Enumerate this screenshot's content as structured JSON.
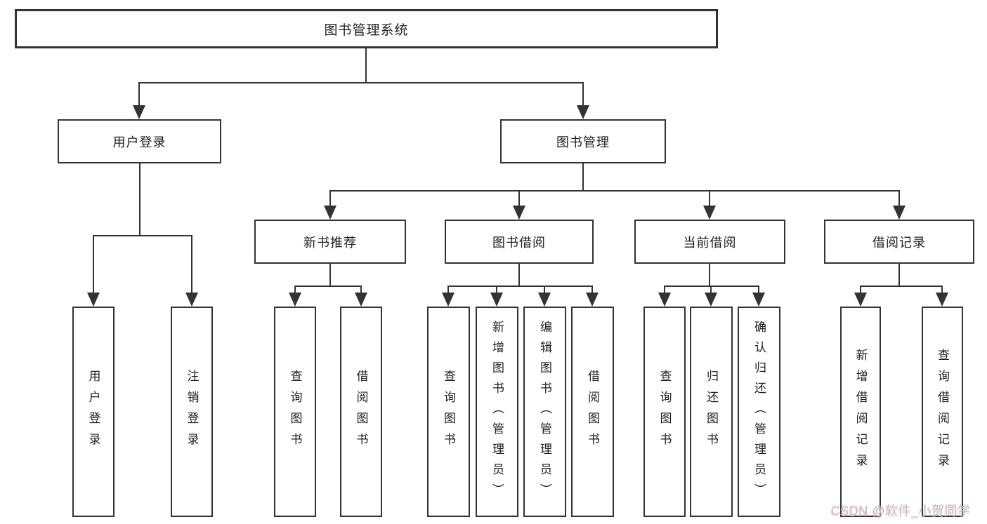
{
  "diagram": {
    "title": "图书管理系统",
    "branches": [
      {
        "label": "用户登录",
        "children": [
          {
            "label": "用户登录"
          },
          {
            "label": "注销登录"
          }
        ]
      },
      {
        "label": "图书管理",
        "children": [
          {
            "label": "新书推荐",
            "children": [
              {
                "label": "查询图书"
              },
              {
                "label": "借阅图书"
              }
            ]
          },
          {
            "label": "图书借阅",
            "children": [
              {
                "label": "查询图书"
              },
              {
                "label": "新增图书（管理员）"
              },
              {
                "label": "编辑图书（管理员）"
              },
              {
                "label": "借阅图书"
              }
            ]
          },
          {
            "label": "当前借阅",
            "children": [
              {
                "label": "查询图书"
              },
              {
                "label": "归还图书"
              },
              {
                "label": "确认归还（管理员）"
              }
            ]
          },
          {
            "label": "借阅记录",
            "children": [
              {
                "label": "新增借阅记录"
              },
              {
                "label": "查询借阅记录"
              }
            ]
          }
        ]
      }
    ]
  },
  "watermark": {
    "text": "CSDN @软件_小贺同学"
  },
  "colors": {
    "line": "#333333",
    "box_border": "#333333",
    "text": "#1f1f1f",
    "background": "#ffffff",
    "watermark_gray": "#c3c3c3",
    "watermark_pink": "#f3bcc4"
  }
}
